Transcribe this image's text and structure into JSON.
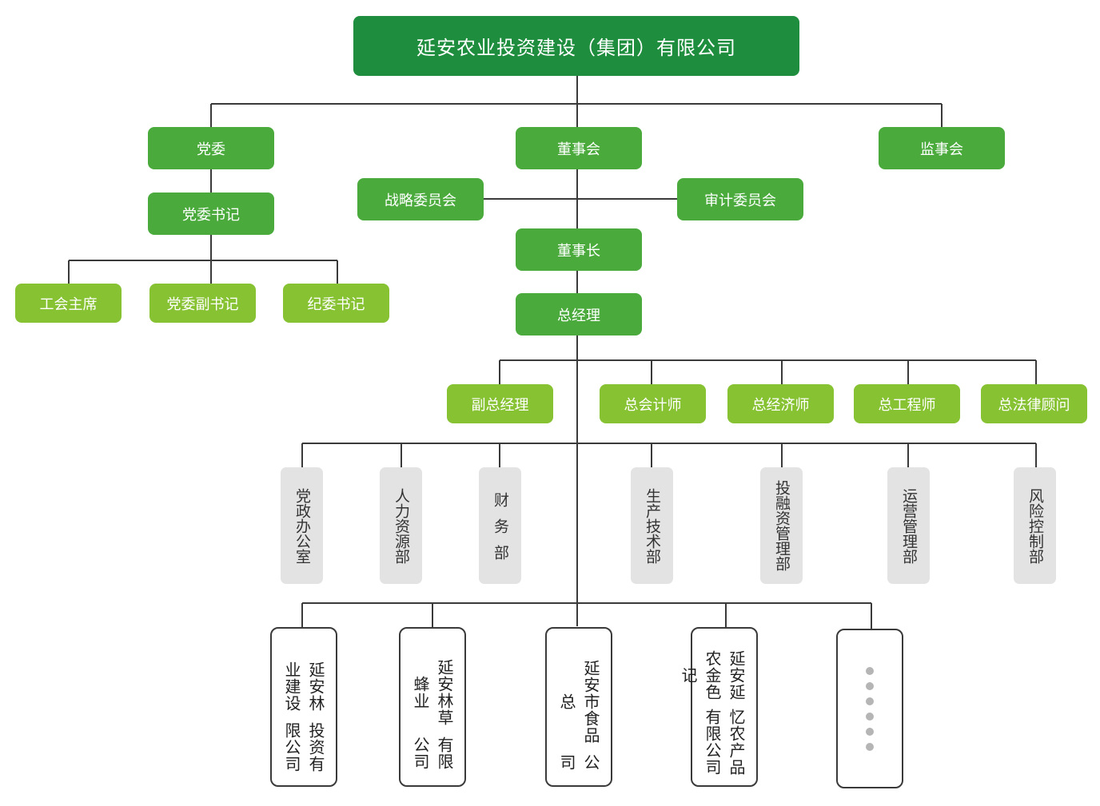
{
  "root": "延安农业投资建设（集团）有限公司",
  "party": {
    "committee": "党委",
    "secretary": "党委书记",
    "union_chair": "工会主席",
    "deputy_secretary": "党委副书记",
    "discipline_secretary": "纪委书记"
  },
  "board": {
    "name": "董事会",
    "strategy_committee": "战略委员会",
    "audit_committee": "审计委员会",
    "chairman": "董事长",
    "general_manager": "总经理"
  },
  "supervisors": "监事会",
  "executives": [
    "副总经理",
    "总会计师",
    "总经济师",
    "总工程师",
    "总法律顾问"
  ],
  "departments": [
    "党政办公室",
    "人力资源部",
    "财务部",
    "生产技术部",
    "投融资管理部",
    "运营管理部",
    "风险控制部"
  ],
  "subsidiaries": [
    {
      "line1": "延安林业建设",
      "line2": "投资有限公司"
    },
    {
      "line1": "延安林草蜂业",
      "line2": "有限公司"
    },
    {
      "line1": "延安市食品总",
      "line2": "公司"
    },
    {
      "line1": "延安延农金色记",
      "line2": "忆农产品有限公司"
    }
  ],
  "colors": {
    "root": "#1e8e3e",
    "level1": "#4aab3c",
    "level2": "#86c232",
    "department": "#e3e3e3",
    "connector": "#3a3a3a",
    "ellipsis_dot": "#b5b5b5"
  }
}
